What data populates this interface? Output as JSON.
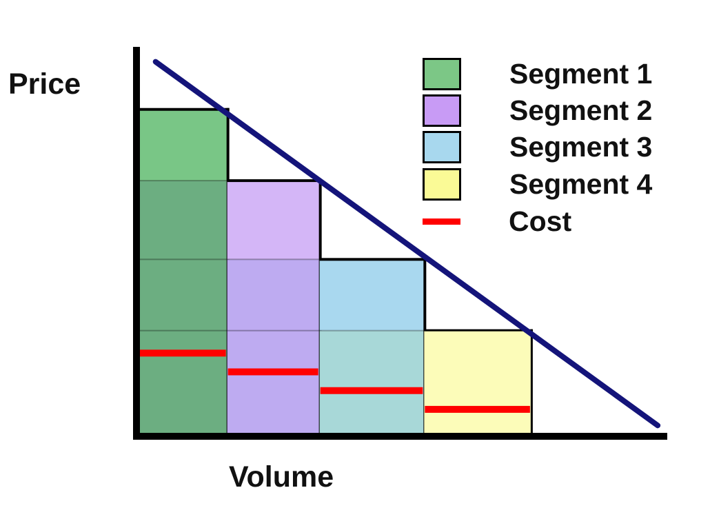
{
  "page": {
    "background": "#ffffff"
  },
  "axis_labels": {
    "y": "Price",
    "x": "Volume"
  },
  "legend": {
    "items": [
      {
        "label": "Segment 1",
        "color": "#7CC786",
        "swatch": "box"
      },
      {
        "label": "Segment 2",
        "color": "#C89BF5",
        "swatch": "box"
      },
      {
        "label": "Segment 3",
        "color": "#A8D8EE",
        "swatch": "box"
      },
      {
        "label": "Segment 4",
        "color": "#FAFA96",
        "swatch": "box"
      },
      {
        "label": "Cost",
        "color": "#FF0000",
        "swatch": "line"
      }
    ]
  },
  "colors": {
    "axis": "#000000",
    "bar_border": "#000000",
    "demand_line": "#14147A",
    "cost_line": "#FF0000",
    "band_separator": "rgba(0,0,0,0.3)"
  },
  "chart_data": {
    "type": "bar",
    "title": "Price segmentation under a demand curve",
    "xlabel": "Volume",
    "ylabel": "Price",
    "xlim": [
      0,
      100
    ],
    "ylim": [
      0,
      104
    ],
    "grid": false,
    "legend_position": "top-right",
    "segments": [
      {
        "name": "Segment 1",
        "volume_start": 0,
        "volume_end": 17.1,
        "price": 87,
        "cost": 22,
        "fill_top": "#79C686",
        "fill_shaded": "#6CAE81"
      },
      {
        "name": "Segment 2",
        "volume_start": 17.1,
        "volume_end": 34.5,
        "price": 68,
        "cost": 17,
        "fill_top": "#D4B6F7",
        "fill_shaded": "#BEABF1"
      },
      {
        "name": "Segment 3",
        "volume_start": 34.5,
        "volume_end": 54.2,
        "price": 47,
        "cost": 12,
        "fill_top": "#A9D8EF",
        "fill_shaded": "#A8D8D8"
      },
      {
        "name": "Segment 4",
        "volume_start": 54.2,
        "volume_end": 74.4,
        "price": 28,
        "cost": 7,
        "fill_top": "#FCFCB9",
        "fill_shaded": "#FCFCB9"
      }
    ],
    "demand_line": {
      "x": [
        3.6,
        98.2
      ],
      "y": [
        99.7,
        2.7
      ]
    }
  }
}
